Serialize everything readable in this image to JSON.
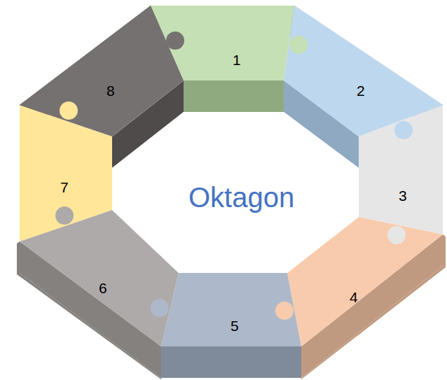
{
  "diagram": {
    "nodes": [
      {
        "text": [
          "1"
        ]
      },
      {
        "text": [
          "2"
        ]
      },
      {
        "text": [
          "3"
        ]
      },
      {
        "text": [
          "4"
        ]
      },
      {
        "text": [
          "5"
        ]
      },
      {
        "text": [
          "6"
        ]
      },
      {
        "text": [
          "7"
        ]
      },
      {
        "text": [
          "8"
        ]
      }
    ],
    "labels": [
      "Oktagon"
    ]
  }
}
